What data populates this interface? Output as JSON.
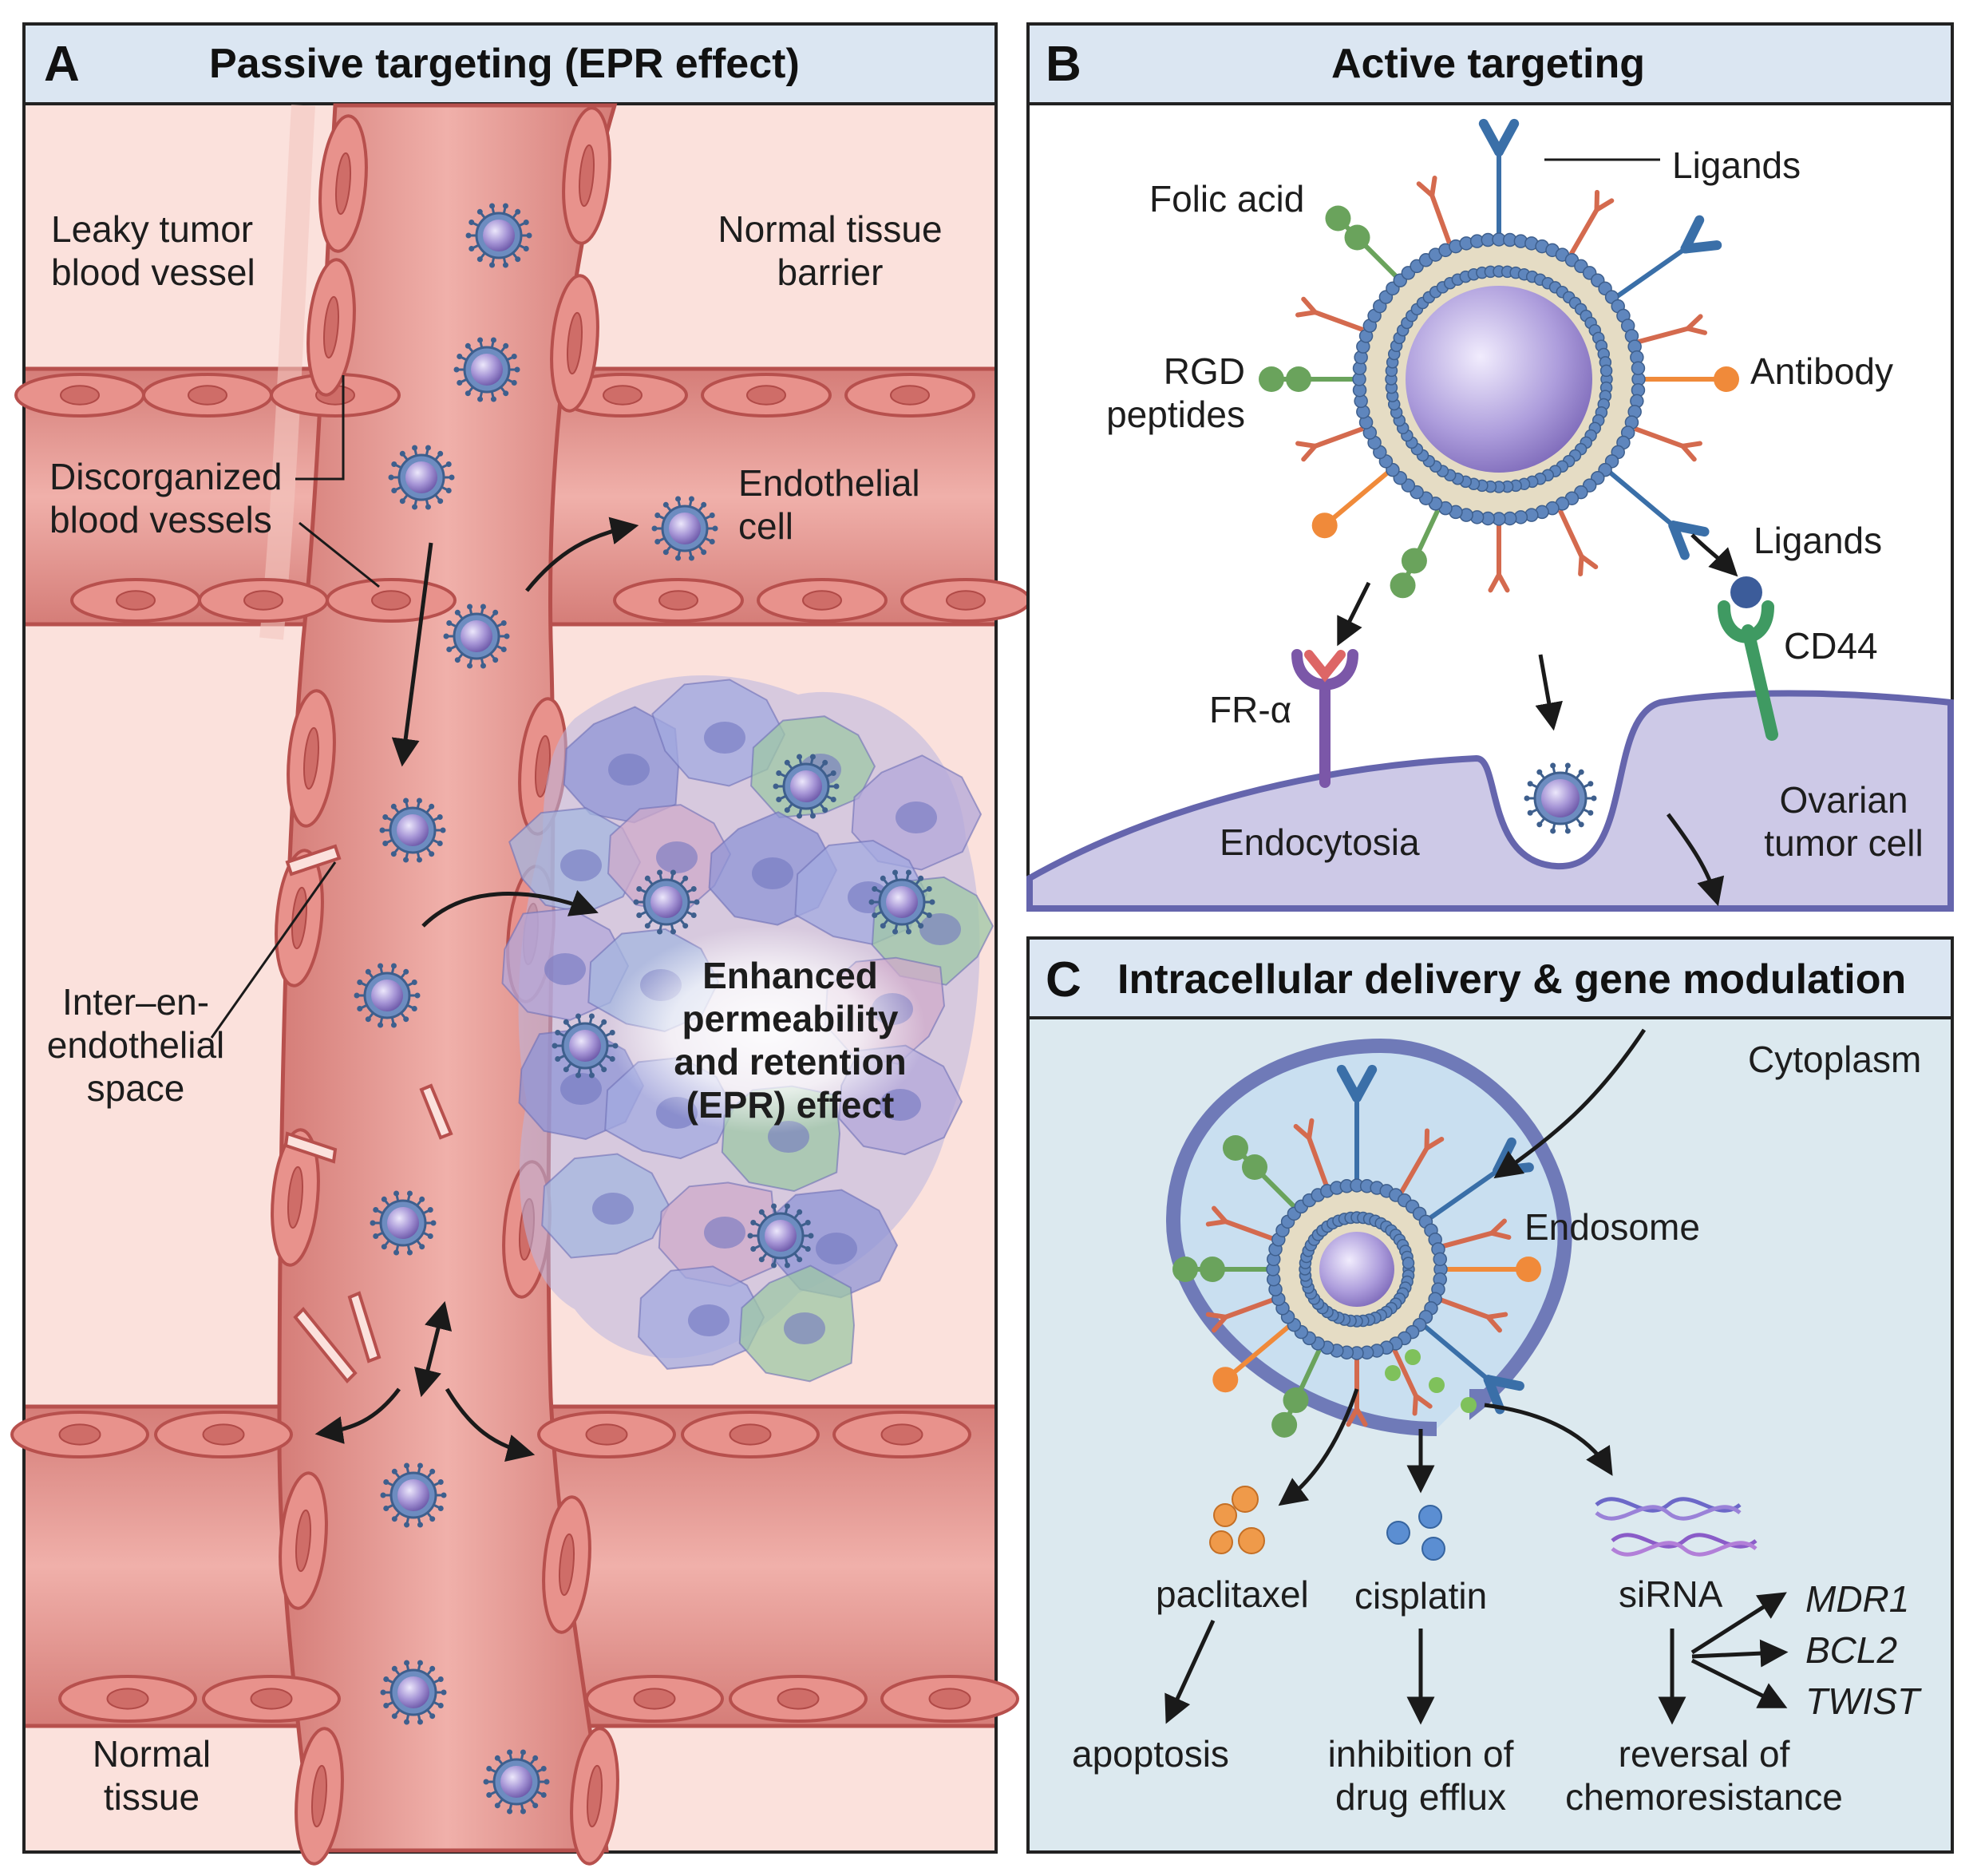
{
  "panel_a": {
    "letter": "A",
    "title": "Passive targeting (EPR effect)",
    "labels": {
      "leaky_vessel": "Leaky tumor\nblood vessel",
      "normal_barrier": "Normal tissue\nbarrier",
      "disorganized": "Discorganized\nblood vessels",
      "endothelial_cell": "Endothelial\ncell",
      "inter_space": "Inter–en-\nendothelial\nspace",
      "epr_effect": "Enhanced\npermeability\nand retention\n(EPR) effect",
      "normal_tissue": "Normal\ntissue"
    }
  },
  "panel_b": {
    "letter": "B",
    "title": "Active targeting",
    "labels": {
      "ligands_top": "Ligands",
      "folic_acid": "Folic acid",
      "rgd": "RGD\npeptides",
      "antibody": "Antibody",
      "ligands_right": "Ligands",
      "cd44": "CD44",
      "fr_alpha": "FR-α",
      "endocytosia": "Endocytosia",
      "ovarian": "Ovarian\ntumor cell"
    }
  },
  "panel_c": {
    "letter": "C",
    "title": "Intracellular delivery & gene modulation",
    "labels": {
      "cytoplasm": "Cytoplasm",
      "endosome": "Endosome",
      "paclitaxel": "paclitaxel",
      "cisplatin": "cisplatin",
      "sirna": "siRNA",
      "mdr1": "MDR1",
      "bcl2": "BCL2",
      "twist": "TWIST",
      "apoptosis": "apoptosis",
      "inhibition": "inhibition of\ndrug efflux",
      "reversal": "reversal of\nchemoresistance"
    }
  },
  "colors": {
    "vessel": "#e59b96",
    "vessel_dark": "#b7504d",
    "tissue_bg": "#fbe1dc",
    "nanoparticle": "#8a78c0",
    "corona": "#4d6e9c",
    "header_bg": "#dbe6f2",
    "panel_c_bg": "#dce9ef",
    "tumor_cell": "#9aa0d8",
    "arrow": "#1a1a1a"
  }
}
